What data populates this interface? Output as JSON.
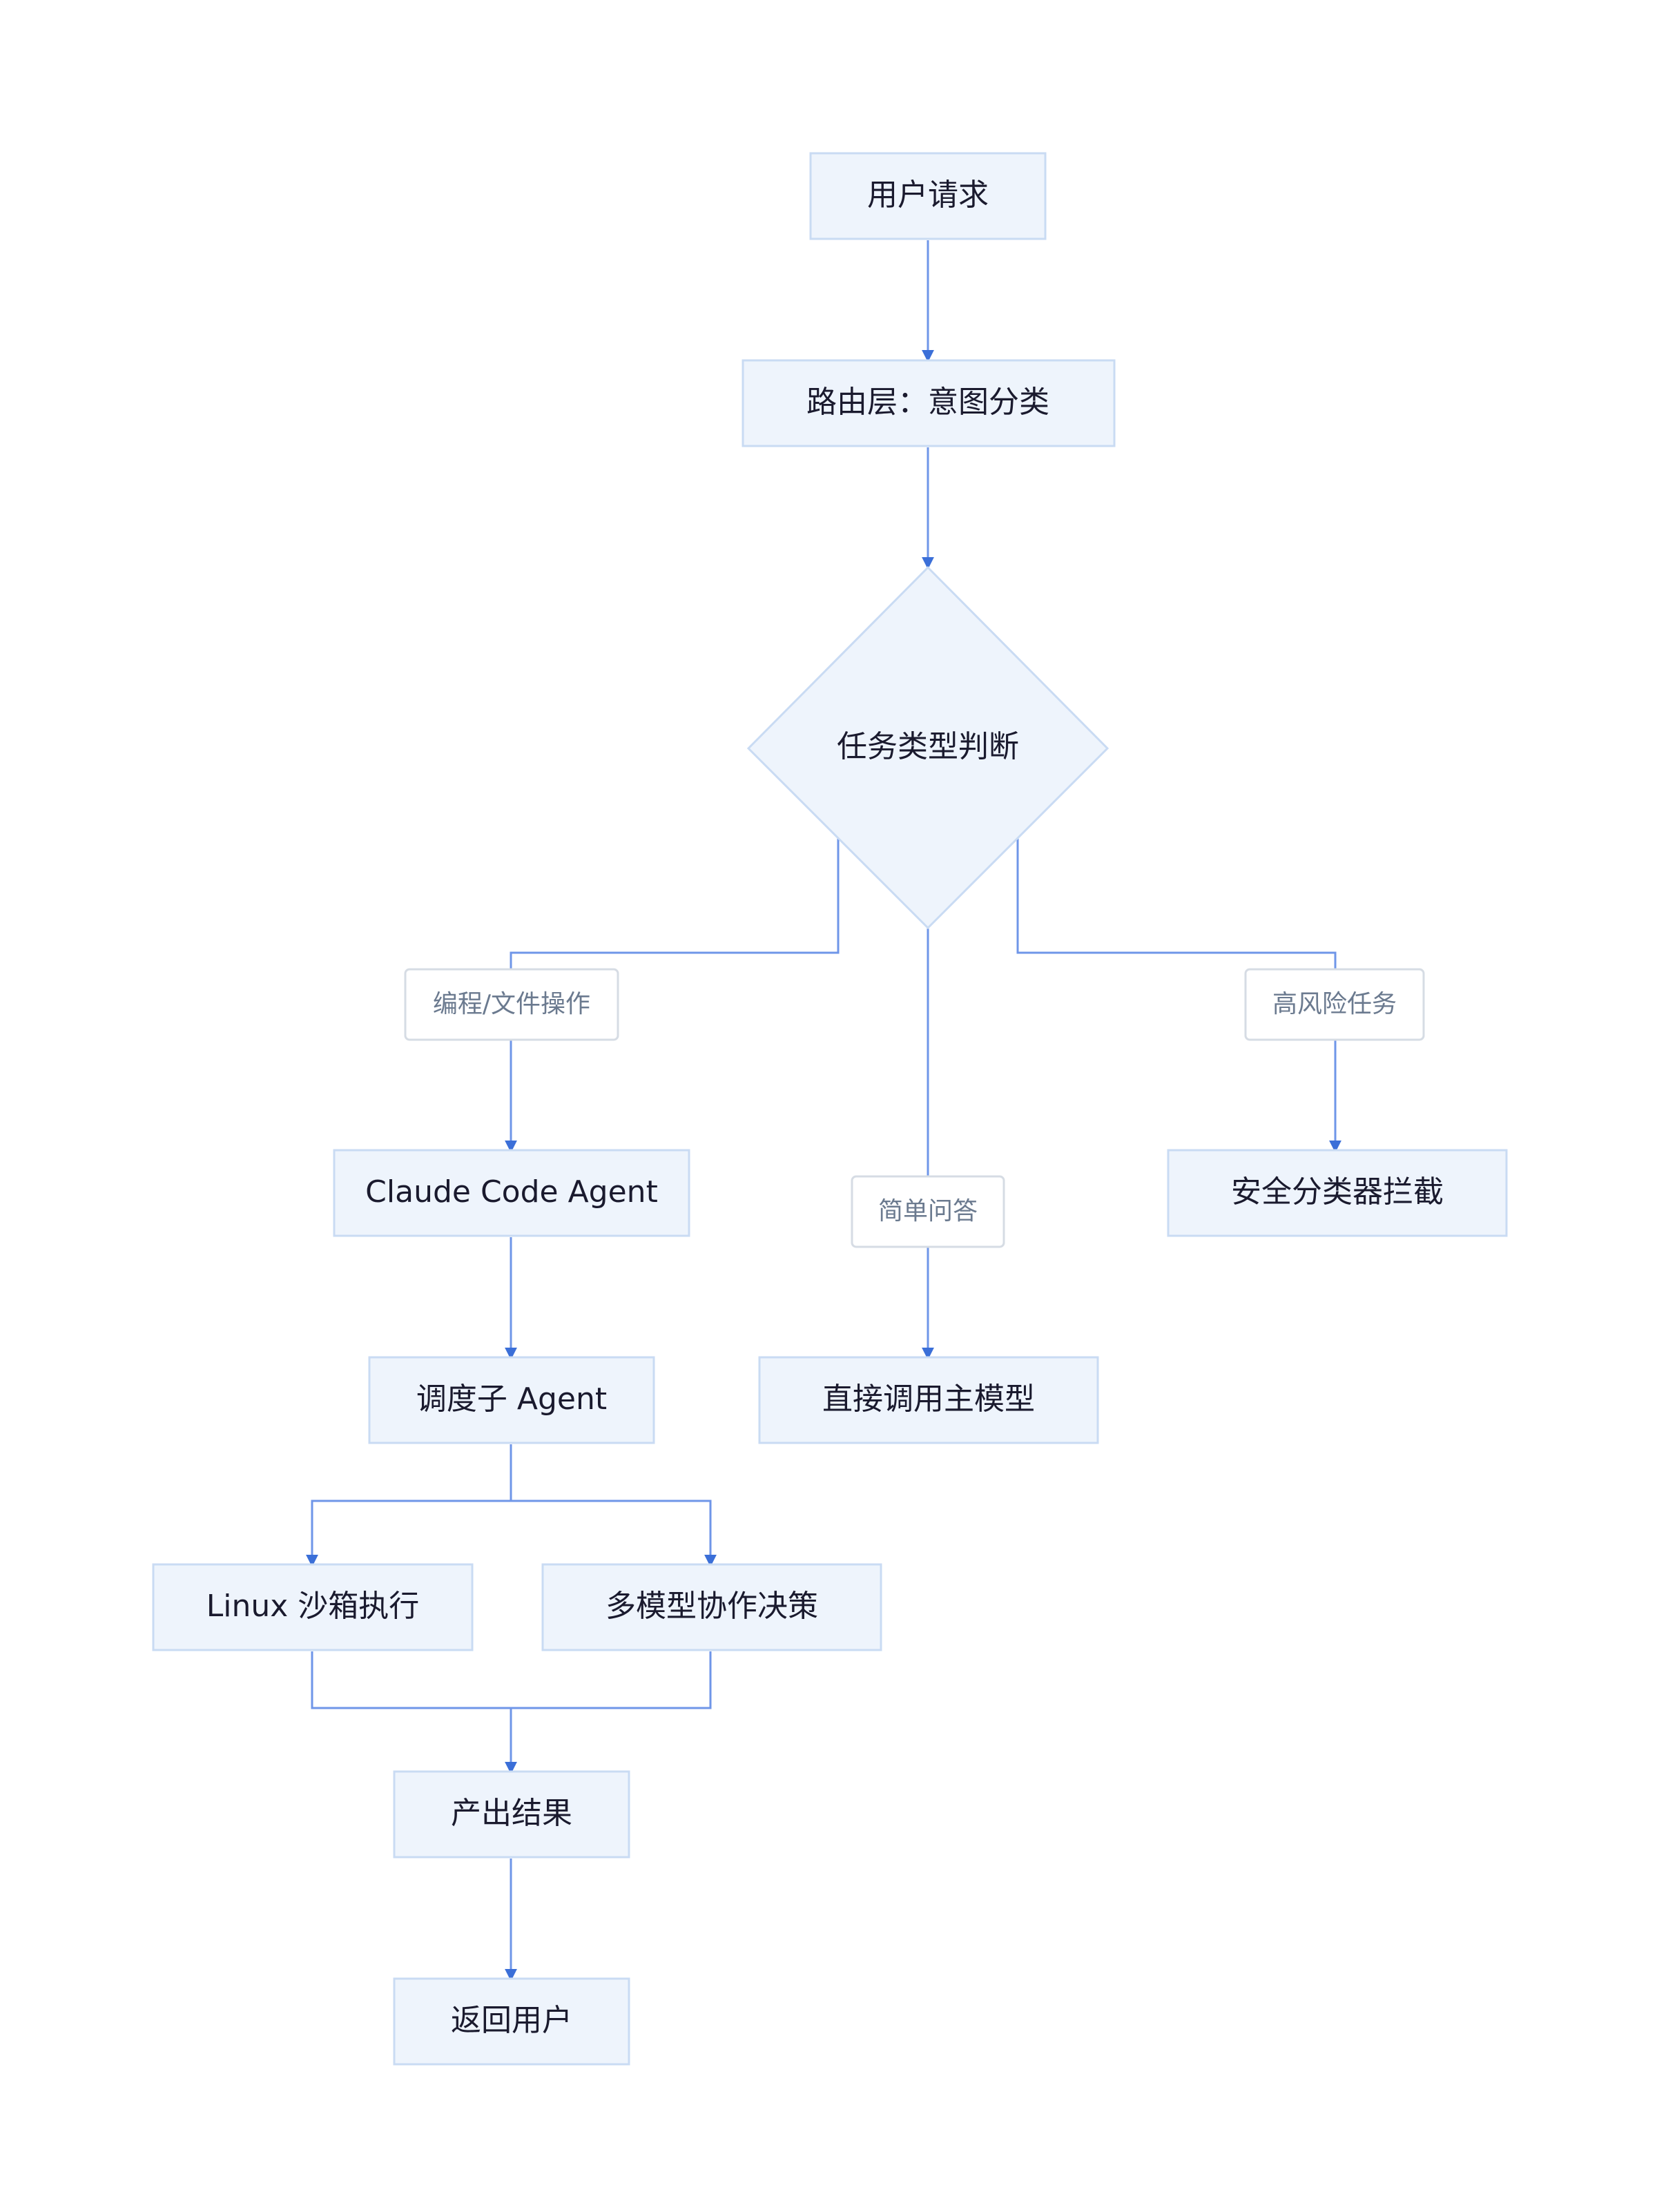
{
  "colors": {
    "node_fill": "#eef4fc",
    "node_stroke": "#c9dbf3",
    "edge": "#3b6fd8",
    "label_fill": "#ffffff",
    "label_stroke": "#d6dce4",
    "label_text": "#6b7a8f",
    "node_text": "#1a1a2e"
  },
  "nodes": {
    "user_request": "用户请求",
    "router": "路由层：意图分类",
    "decision": "任务类型判断",
    "claude_agent": "Claude Code Agent",
    "security": "安全分类器拦截",
    "direct_model": "直接调用主模型",
    "sub_agent": "调度子 Agent",
    "sandbox": "Linux 沙箱执行",
    "multi_model": "多模型协作决策",
    "result": "产出结果",
    "return_user": "返回用户"
  },
  "edge_labels": {
    "coding": "编程/文件操作",
    "simple_qa": "简单问答",
    "high_risk": "高风险任务"
  }
}
